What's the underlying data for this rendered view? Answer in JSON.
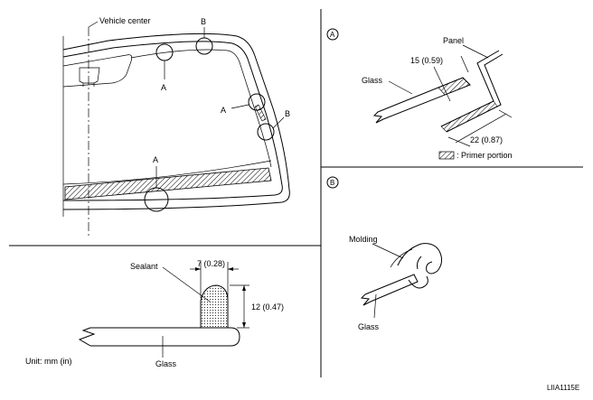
{
  "main_view": {
    "vehicle_center_label": "Vehicle center",
    "callout_a": "A",
    "callout_b": "B"
  },
  "detail_a": {
    "marker": "A",
    "panel_label": "Panel",
    "glass_label": "Glass",
    "dim_upper": "15 (0.59)",
    "dim_lower": "22 (0.87)",
    "legend_label": ": Primer portion"
  },
  "detail_b": {
    "marker": "B",
    "molding_label": "Molding",
    "glass_label": "Glass"
  },
  "sealant_section": {
    "sealant_label": "Sealant",
    "dim_width": "7 (0.28)",
    "dim_height": "12 (0.47)",
    "glass_label": "Glass",
    "unit_label": "Unit: mm (in)"
  },
  "figure_code": "LIIA1115E"
}
